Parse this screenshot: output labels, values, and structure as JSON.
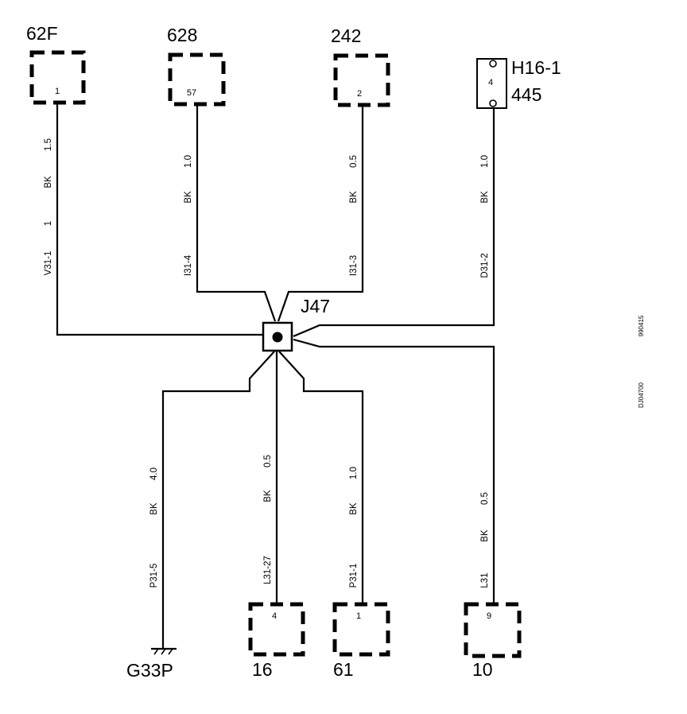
{
  "splice": {
    "id": "J47"
  },
  "top_connectors": [
    {
      "id": "62F",
      "pin": "1"
    },
    {
      "id": "628",
      "pin": "57"
    },
    {
      "id": "242",
      "pin": "2"
    },
    {
      "id": "H16-1",
      "sub": "445",
      "pin": "4"
    }
  ],
  "bottom_connectors": [
    {
      "id": "16",
      "pin": "4"
    },
    {
      "id": "61",
      "pin": "1"
    },
    {
      "id": "10",
      "pin": "9"
    }
  ],
  "ground": {
    "id": "G33P"
  },
  "wires": [
    {
      "size": "1.5",
      "color": "BK",
      "circuit": "V31-1",
      "extra": "1"
    },
    {
      "size": "1.0",
      "color": "BK",
      "circuit": "I31-4"
    },
    {
      "size": "0.5",
      "color": "BK",
      "circuit": "I31-3"
    },
    {
      "size": "1.0",
      "color": "BK",
      "circuit": "D31-2"
    },
    {
      "size": "4.0",
      "color": "BK",
      "circuit": "P31-5"
    },
    {
      "size": "0.5",
      "color": "BK",
      "circuit": "L31-27"
    },
    {
      "size": "1.0",
      "color": "BK",
      "circuit": "P31-1"
    },
    {
      "size": "0.5",
      "color": "BK",
      "circuit": "L31"
    }
  ],
  "margin_refs": [
    "990415",
    "DJ04700"
  ]
}
